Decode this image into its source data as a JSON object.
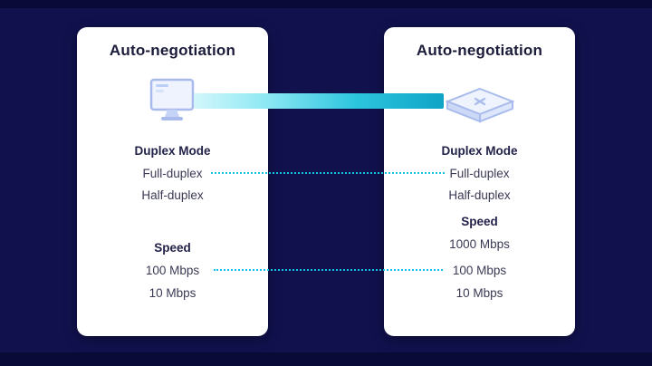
{
  "colors": {
    "background": "#11114e",
    "letterbox_band": "#0a0a38",
    "card": "#ffffff",
    "accent_cyan": "#15c2e2",
    "beam_start": "#d2f7fb",
    "beam_end": "#0fa3c6"
  },
  "left_card": {
    "title": "Auto-negotiation",
    "icon": "computer-monitor-icon",
    "duplex_heading": "Duplex Mode",
    "duplex_options": [
      "Full-duplex",
      "Half-duplex"
    ],
    "speed_heading": "Speed",
    "speed_options": [
      "100 Mbps",
      "10 Mbps"
    ]
  },
  "right_card": {
    "title": "Auto-negotiation",
    "icon": "network-switch-icon",
    "duplex_heading": "Duplex Mode",
    "duplex_options": [
      "Full-duplex",
      "Half-duplex"
    ],
    "speed_heading": "Speed",
    "speed_options": [
      "1000 Mbps",
      "100 Mbps",
      "10 Mbps"
    ]
  },
  "links": {
    "beam": "negotiation-link",
    "duplex_match": "Full-duplex",
    "speed_match": "100 Mbps"
  }
}
